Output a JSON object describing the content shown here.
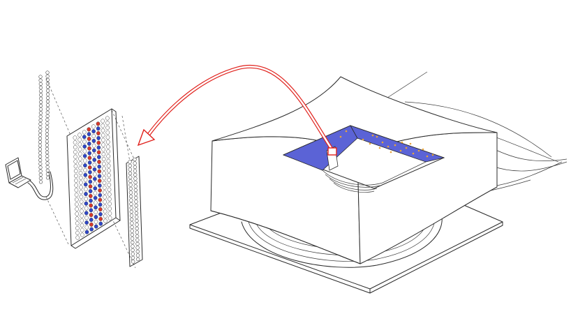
{
  "colors": {
    "line": "#2a2a2a",
    "background": "#ffffff",
    "facade_panel": "#5b63d6",
    "highlight_pixels": "#e9a43a",
    "pixel_red": "#d8392b",
    "pixel_blue": "#2f47c9",
    "pixel_empty": "#ffffff",
    "arrow_outline": "#e0201b"
  },
  "diagram": {
    "components": [
      "laptop-icon",
      "led-chain",
      "led-grid-panel",
      "led-strip",
      "stadium",
      "facade-screen",
      "callout-arrow"
    ],
    "led_grid_pattern": {
      "rows": 22,
      "cols": 8,
      "red_columns": [
        3,
        5
      ],
      "blue_columns": [
        2,
        4
      ]
    }
  }
}
